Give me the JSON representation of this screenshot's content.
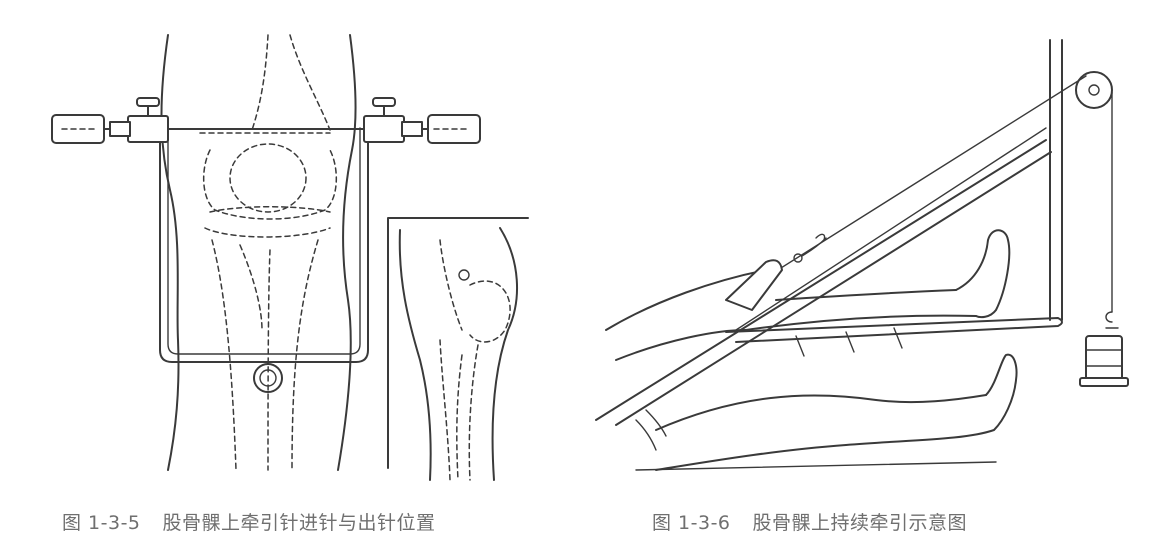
{
  "figures": [
    {
      "number": "图 1-3-5",
      "title": "股骨髁上牵引针进针与出针位置"
    },
    {
      "number": "图 1-3-6",
      "title": "股骨髁上持续牵引示意图"
    }
  ],
  "colors": {
    "ink": "#3a3a3a",
    "caption": "#6f6f6f",
    "background": "#ffffff"
  }
}
